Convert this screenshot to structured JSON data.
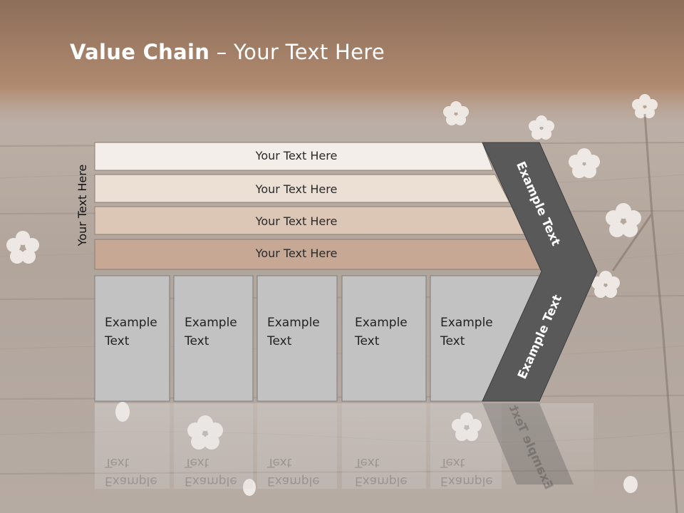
{
  "title": {
    "bold": "Value Chain",
    "rest": " – Your Text Here"
  },
  "side_label": "Your Text Here",
  "bars": [
    "Your Text Here",
    "Your Text Here",
    "Your Text Here",
    "Your Text Here"
  ],
  "boxes": [
    "Example\nText",
    "Example\nText",
    "Example\nText",
    "Example\nText",
    "Example\nText"
  ],
  "chevron_top_label": "Example Text",
  "chevron_bottom_label": "Example Text",
  "colors": {
    "bar1": "#f3eee9",
    "bar2": "#ecdfd4",
    "bar3": "#dcc6b6",
    "bar4": "#c7a895",
    "box": "#c2c2c2",
    "chevron": "#595959",
    "title_band": "#a67c60"
  }
}
